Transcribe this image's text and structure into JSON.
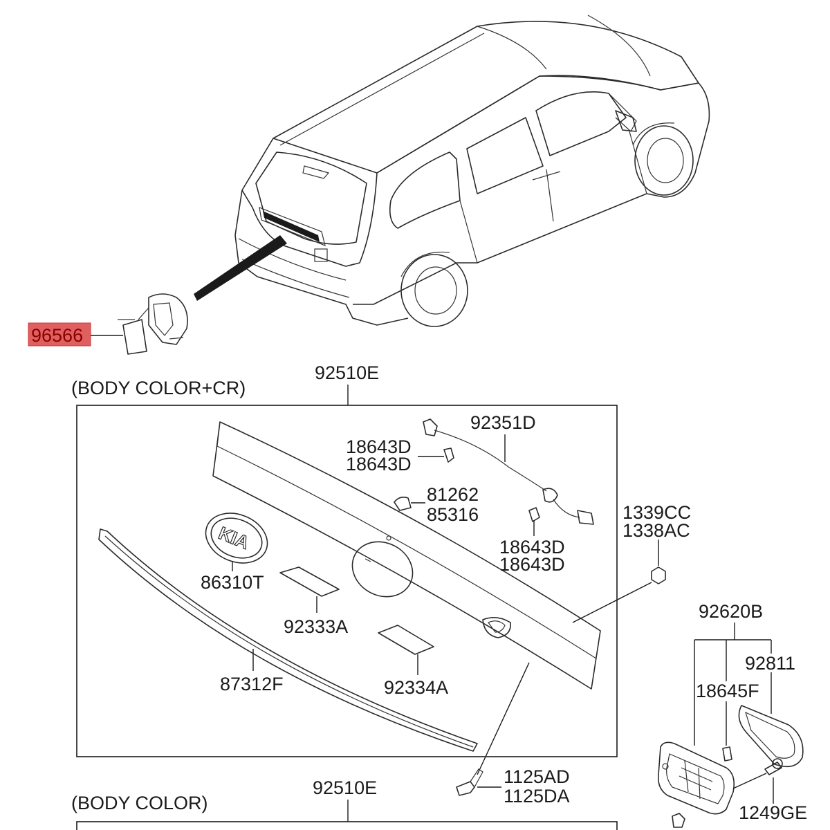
{
  "highlighted_part": {
    "number": "96566",
    "color": "#e06060"
  },
  "groups": [
    {
      "part_number": "92510E",
      "variant_label": "(BODY COLOR+CR)"
    },
    {
      "part_number": "92510E",
      "variant_label": "(BODY COLOR)"
    }
  ],
  "labels": {
    "p92351D": "92351D",
    "p18643D_a1": "18643D",
    "p18643D_a2": "18643D",
    "p81262": "81262",
    "p85316": "85316",
    "p18643D_b1": "18643D",
    "p18643D_b2": "18643D",
    "p1339CC": "1339CC",
    "p1338AC": "1338AC",
    "p86310T": "86310T",
    "p92333A": "92333A",
    "p87312F": "87312F",
    "p92334A": "92334A",
    "p1125AD": "1125AD",
    "p1125DA": "1125DA",
    "p92620B": "92620B",
    "p92811": "92811",
    "p18645F": "18645F",
    "p1249GE": "1249GE"
  }
}
